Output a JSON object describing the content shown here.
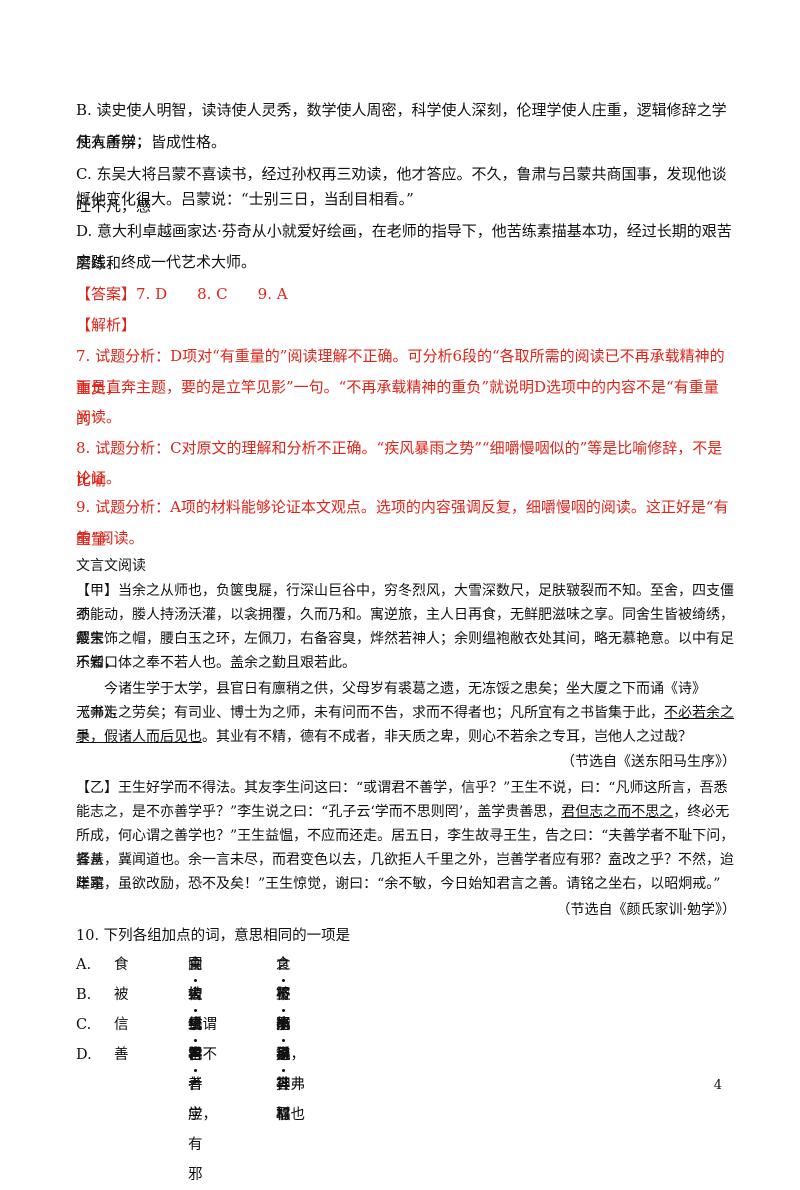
{
  "options_b_c_d": {
    "b_line1": "B. 读史使人明智，读诗使人灵秀，数学使人周密，科学使人深刻，伦理学使人庄重，逻辑修辞之学使人善辩：",
    "b_line2": "凡有所学，皆成性格。",
    "c_line1": "C. 东吴大将吕蒙不喜读书，经过孙权再三劝读，他才答应。不久，鲁肃与吕蒙共商国事，发现他谈吐不凡，感",
    "c_line2": "慨他变化很大。吕蒙说：“士别三日，当刮目相看。”",
    "d_line1": "D. 意大利卓越画家达·芬奇从小就爱好绘画，在老师的指导下，他苦练素描基本功，经过长期的艰苦磨练和",
    "d_line2": "实践，终成一代艺术大师。"
  },
  "answer": {
    "label": "【答案】7. D　　8. C　　9. A",
    "analysis_label": "【解析】",
    "q7_line1": "7. 试题分析：D项对“有重量的”阅读理解不正确。可分析6段的“各取所需的阅读已不再承载精神的重负，",
    "q7_line2": "而是直奔主题，要的是立竿见影”一句。“不再承载精神的重负”就说明D选项中的内容不是“有重量的”",
    "q7_line3": "阅读。",
    "q8_line1": "8. 试题分析：C对原文的理解和分析不正确。“疾风暴雨之势”“细嚼慢咽似的”等是比喻修辞，不是比喻",
    "q8_line2": "论证。",
    "q9_line1": "9. 试题分析：A项的材料能够论证本文观点。选项的内容强调反复，细嚼慢咽的阅读。这正好是“有重量",
    "q9_line2": "的”阅读。"
  },
  "classical": {
    "section_title": "文言文阅读",
    "jia_p1_l1": "【甲】当余之从师也，负箧曳屣，行深山巨谷中，穷冬烈风，大雪深数尺，足肤皲裂而不知。至舍，四支僵劲",
    "jia_p1_l2": "不能动，媵人持汤沃灌，以衾拥覆，久而乃和。寓逆旅，主人日再食，无鲜肥滋味之享。同舍生皆被绮绣，戴朱",
    "jia_p1_l3": "缨宝饰之帽，腰白玉之环，左佩刀，右备容臭，烨然若神人；余则缊袍敝衣处其间，略无慕艳意。以中有足乐者，",
    "jia_p1_l4": "不知口体之奉不若人也。盖余之勤且艰若此。",
    "jia_p2_l1": "今诸生学于太学，县官日有廪稍之供，父母岁有裘葛之遗，无冻馁之患矣；坐大厦之下而诵《诗》《书》，",
    "jia_p2_l2a": "无奔走之劳矣；有司业、博士为之师，未有问而不告，求而不得者也；凡所宜有之书皆集于此，",
    "jia_p2_l2u": "不必若余之手",
    "jia_p2_l3u": "录，假诸人而后见也",
    "jia_p2_l3b": "。其业有不精，德有不成者，非天质之卑，则心不若余之专耳，岂他人之过哉？",
    "jia_source": "（节选自《送东阳马生序》）",
    "yi_l1": "【乙】王生好学而不得法。其友李生问这曰：“或谓君不善学，信乎？”王生不说，曰：“凡师这所言，吾悉",
    "yi_l2a": "能志之，是不亦善学乎？”李生说之曰：“孔子云‘学而不思则罔’，盖学贵善思，",
    "yi_l2u": "君但志之而不思之",
    "yi_l2b": "，终必无",
    "yi_l3": "所成，何心谓之善学也？”王生益愠，不应而还走。居五日，李生故寻王生，告之曰：“夫善学者不耻下问，择善",
    "yi_l4": "者从，冀闻道也。余一言未尽，而君变色以去，几欲拒人千里之外，岂善学者应有邪？盍改之乎？不然，迨年事",
    "yi_l5": "蹉跎，虽欲改励，恐不及矣！”王生惊觉，谢曰：“余不敏，今日始知君言之善。请铭之坐右，以昭炯戒。”",
    "yi_source": "（节选自《颜氏家训·勉学》）"
  },
  "q10": {
    "stem": "10. 下列各组加点的词，意思相同的一项是",
    "options": [
      {
        "letter": "A.",
        "word": "食",
        "pre1": "主人日再",
        "dot1": "食",
        "post1": "同",
        "dot2": "食",
        "post2": "之不能尽其材"
      },
      {
        "letter": "B.",
        "word": "被",
        "pre1": "舍生皆",
        "dot1": "被",
        "post1": "绮绣",
        "pre2": "将军身",
        "dot2": "被",
        "post2": "坚执锐"
      },
      {
        "letter": "C.",
        "word": "信",
        "pre1": "或谓君不善学，",
        "dot1": "信",
        "post1": "乎",
        "pre2": "小",
        "dot2": "信",
        "post2": "未孚，神弗福也"
      },
      {
        "letter": "D.",
        "word": "善",
        "pre1": "岂",
        "dot1": "善",
        "post1": "学者应有邪",
        "pre2": "以容取",
        "dot2": "善",
        "post2": "道"
      }
    ]
  },
  "page_number": "4"
}
